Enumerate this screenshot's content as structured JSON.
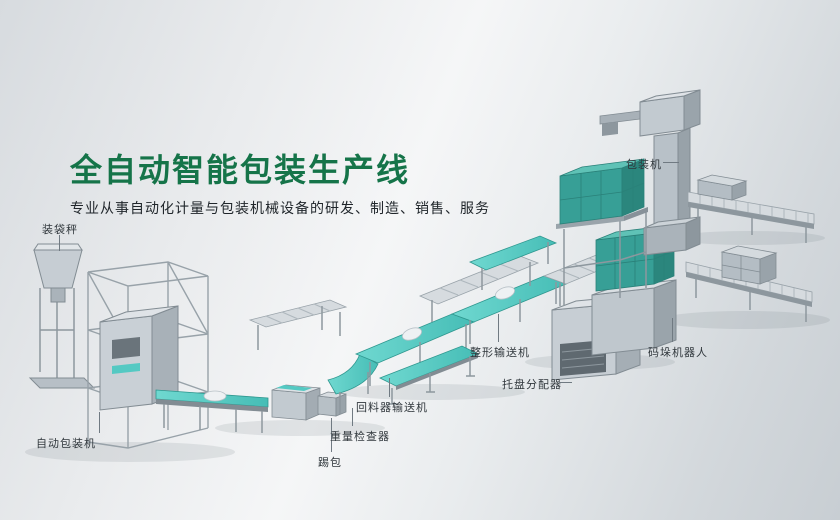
{
  "hero": {
    "title": "全自动智能包装生产线",
    "subtitle": "专业从事自动化计量与包装机械设备的研发、制造、销售、服务"
  },
  "callouts": [
    {
      "id": "bagging-scale",
      "text": "装袋秤"
    },
    {
      "id": "packaging-machine",
      "text": "包装机"
    },
    {
      "id": "auto-packaging-machine",
      "text": "自动包装机"
    },
    {
      "id": "kick-bag",
      "text": "踢包"
    },
    {
      "id": "weight-checker",
      "text": "重量检查器"
    },
    {
      "id": "return-feeder-conveyor",
      "text": "回料器输送机"
    },
    {
      "id": "shaping-conveyor",
      "text": "整形输送机"
    },
    {
      "id": "pallet-dispenser",
      "text": "托盘分配器"
    },
    {
      "id": "palletizing-robot",
      "text": "码垛机器人"
    }
  ],
  "colors": {
    "title_green": "#157449",
    "belt_teal": "#54c9c3",
    "cargo_teal": "#379f96",
    "machine_gray": "#c7ced4",
    "background_silver": "#e9ebed"
  }
}
